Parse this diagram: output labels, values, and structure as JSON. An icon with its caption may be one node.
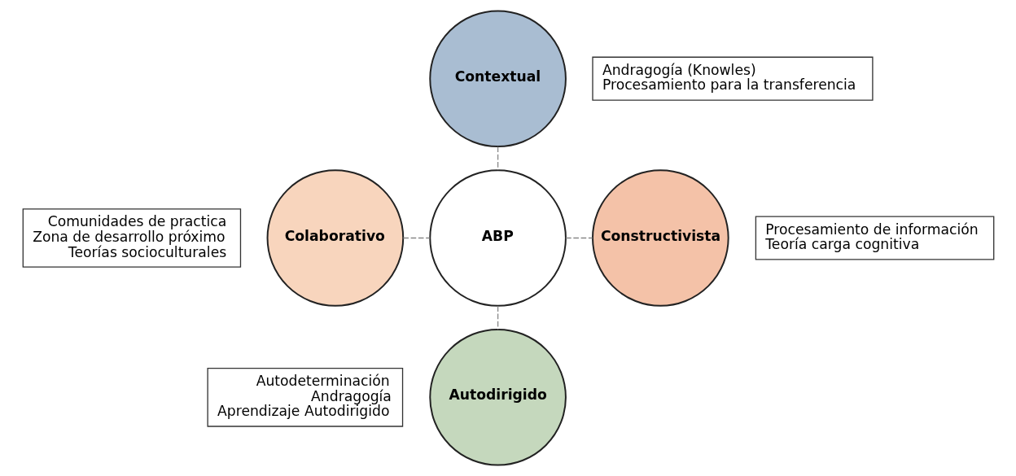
{
  "diagram": {
    "nodes": [
      {
        "text": [
          "Contextual"
        ]
      },
      {
        "text": [
          "Andragogía (Knowles)",
          "Procesamiento para la transferencia"
        ]
      },
      {
        "text": [
          "Comunidades de practica",
          "Zona de desarrollo próximo",
          "Teorías socioculturales"
        ]
      },
      {
        "text": [
          "Colaborativo"
        ]
      },
      {
        "text": [
          "ABP"
        ]
      },
      {
        "text": [
          "Constructivista"
        ]
      },
      {
        "text": [
          "Procesamiento de información",
          "Teoría carga cognitiva"
        ]
      },
      {
        "text": [
          "Autodeterminación",
          "Andragogía",
          "Aprendizaje Autodirigido"
        ]
      },
      {
        "text": [
          "Autodirigido"
        ]
      }
    ],
    "edges": [
      {
        "from": 0,
        "to": 4,
        "arrow": "none",
        "style": "dashed"
      },
      {
        "from": 3,
        "to": 4,
        "arrow": "none",
        "style": "dashed"
      },
      {
        "from": 4,
        "to": 5,
        "arrow": "none",
        "style": "dashed"
      },
      {
        "from": 4,
        "to": 8,
        "arrow": "none",
        "style": "dashed"
      }
    ]
  }
}
